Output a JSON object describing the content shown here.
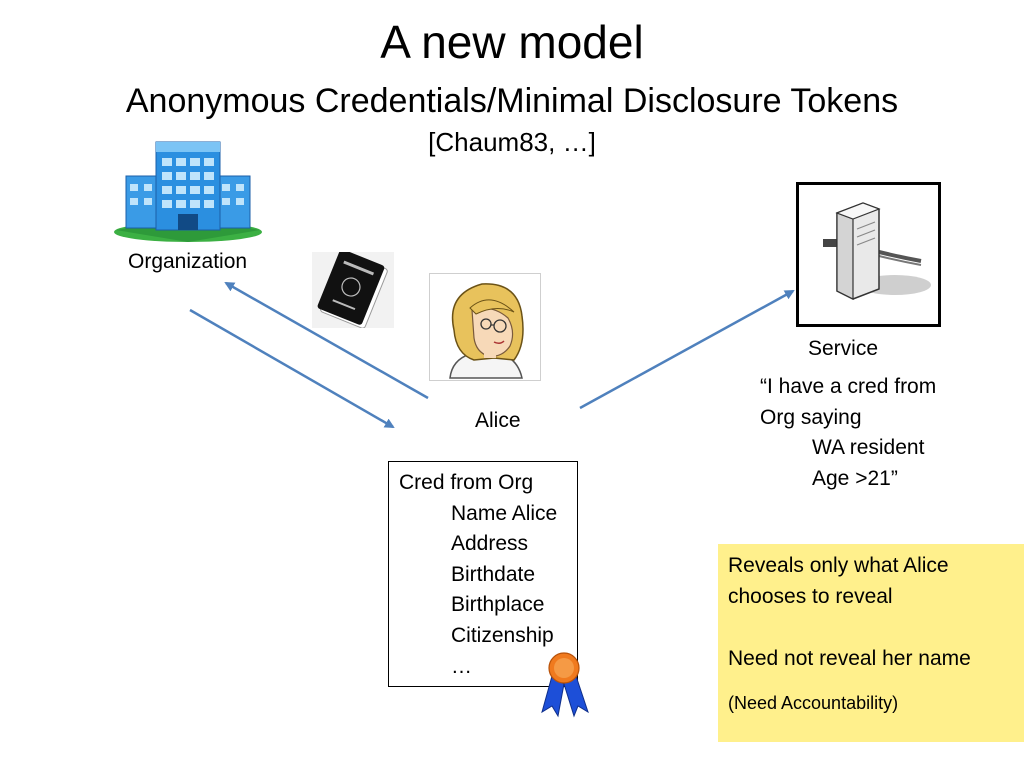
{
  "slide": {
    "title": "A new model",
    "subtitle": "Anonymous Credentials/Minimal Disclosure Tokens",
    "citation": "[Chaum83, …]"
  },
  "actors": {
    "organization": "Organization",
    "alice": "Alice",
    "service": "Service"
  },
  "credential": {
    "header": "Cred from Org",
    "fields": [
      "Name Alice",
      "Address",
      "Birthdate",
      "Birthplace",
      "Citizenship",
      "…"
    ]
  },
  "claim": {
    "line1": "“I have a cred from",
    "line2": "Org saying",
    "line3": "WA resident",
    "line4": "Age >21”"
  },
  "note": {
    "line1": "Reveals only what Alice",
    "line2": "chooses to reveal",
    "line3": "Need not reveal her name",
    "line4": "(Need Accountability)"
  },
  "colors": {
    "arrow": "#4f81bd",
    "note_background": "#fff08c",
    "building": "#2b8fe0",
    "lawn": "#3cb043",
    "ribbon_medal": "#f07a1e",
    "ribbon": "#1d4fd8",
    "hair": "#e8c25c"
  },
  "icons": {
    "organization": "office-building-icon",
    "passport": "passport-icon",
    "alice": "woman-avatar-icon",
    "service": "server-tower-icon",
    "seal": "award-ribbon-icon"
  }
}
